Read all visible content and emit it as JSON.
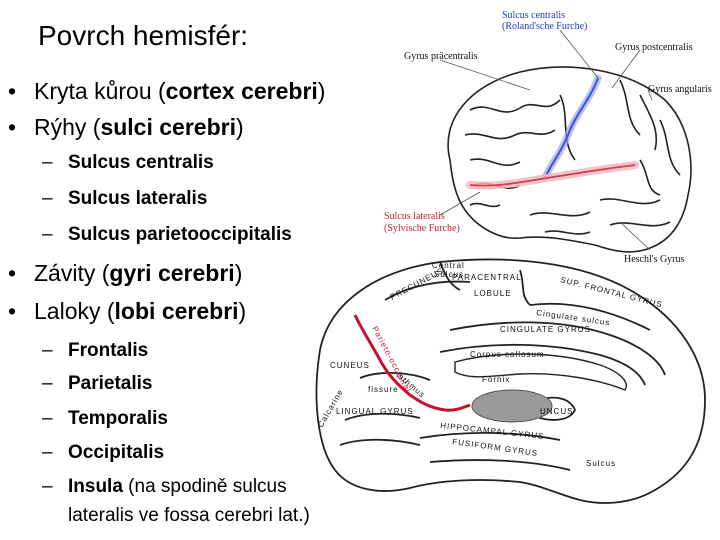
{
  "title": "Povrch hemisfér:",
  "bullets": [
    {
      "pre": "Kryta kůrou (",
      "bold": "cortex cerebri",
      "post": ")"
    },
    {
      "pre": "Rýhy (",
      "bold": "sulci cerebri",
      "post": ")"
    }
  ],
  "sulci": [
    "Sulcus centralis",
    "Sulcus lateralis",
    "Sulcus parietooccipitalis"
  ],
  "bullets2": [
    {
      "pre": "Závity (",
      "bold": "gyri cerebri",
      "post": ")"
    },
    {
      "pre": "Laloky (",
      "bold": "lobi cerebri",
      "post": ")"
    }
  ],
  "lobes": [
    "Frontalis",
    "Parietalis",
    "Temporalis",
    "Occipitalis"
  ],
  "insula": {
    "bold": "Insula",
    "rest": " (na spodině sulcus",
    "cont": "lateralis ve fossa cerebri lat.)"
  },
  "bullet_char": "•",
  "dash_char": "–",
  "lateral_labels": {
    "sulcus_centralis": "Sulcus centralis",
    "roland": "(Roland'sche Furche)",
    "gyrus_pre": "Gyrus präcentralis",
    "gyrus_post": "Gyrus postcentralis",
    "gyrus_ang": "Gyrus angularis",
    "sulcus_lat": "Sulcus lateralis",
    "sylvi": "(Sylvische Furche)",
    "heschl": "Heschl's Gyrus"
  },
  "medial_labels": {
    "paracentral": "PARACENTRAL",
    "lobule": "LOBULE",
    "precuneus": "PRECUNEUS",
    "sup_frontal": "SUP. FRONTAL GYRUS",
    "cingulate_sulcus": "Cingulate sulcus",
    "cingulate_gyrus": "CINGULATE GYRUS",
    "corpus_callosum": "Corpus callosum",
    "fornix": "Fornix",
    "cuneus": "CUNEUS",
    "fissure": "fissure",
    "calcarine": "Calcarine",
    "lingual": "LINGUAL GYRUS",
    "hippocampal": "HIPPOCAMPAL GYRUS",
    "fusiform": "FUSIFORM GYRUS",
    "uncus": "UNCUS",
    "central": "Central",
    "sulcus": "Sulcus",
    "parieto": "Parieto-occipital",
    "isthmus": "isthmus",
    "sulcus_small": "Sulcus"
  },
  "colors": {
    "blue": "#3b54d8",
    "red": "#e0404a",
    "pink": "#f2b8c0",
    "medial_red": "#c8102e",
    "grey": "#9a9a9a"
  }
}
